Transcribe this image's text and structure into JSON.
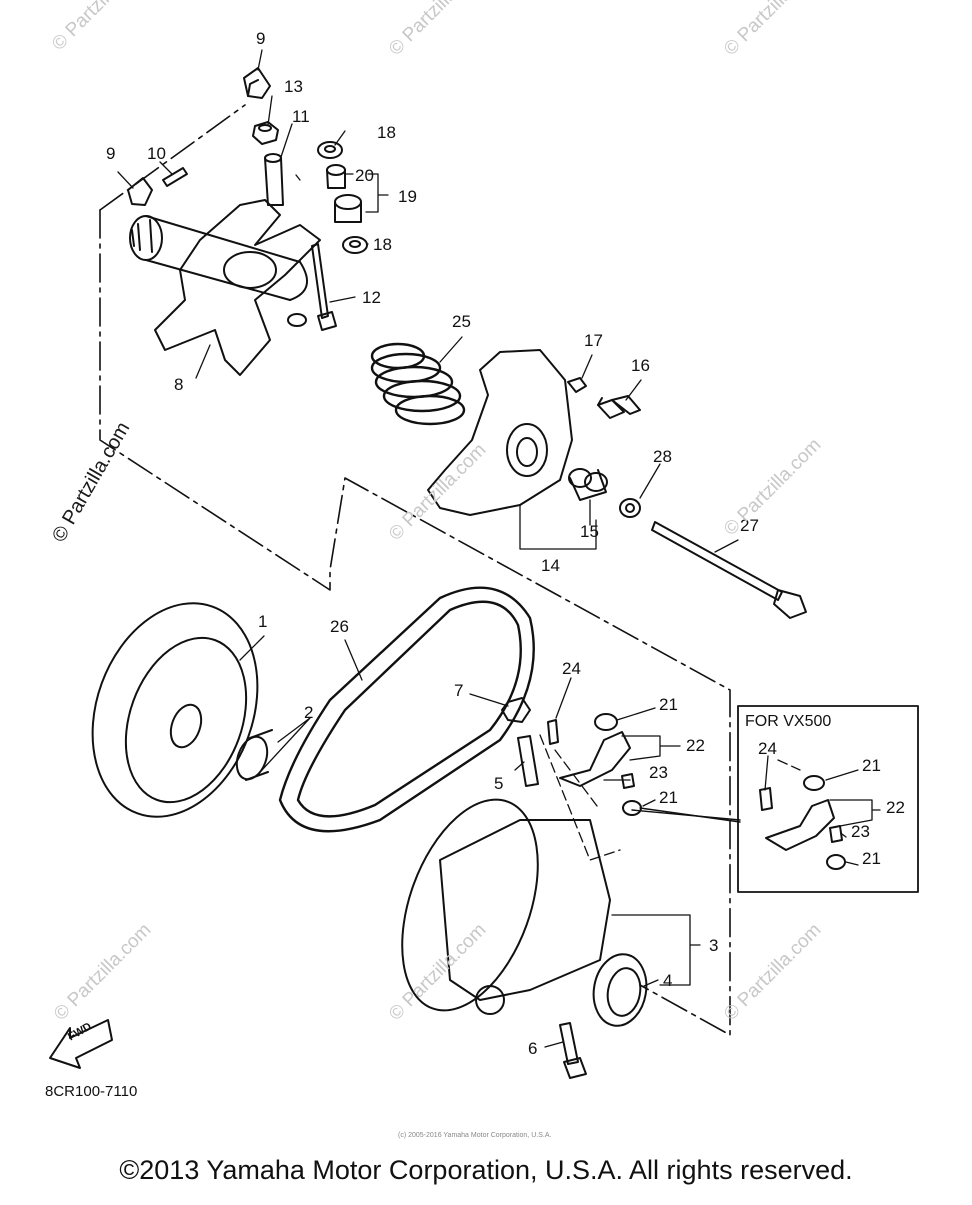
{
  "callouts": [
    {
      "id": "9a",
      "text": "9"
    },
    {
      "id": "13",
      "text": "13"
    },
    {
      "id": "11",
      "text": "11"
    },
    {
      "id": "18a",
      "text": "18"
    },
    {
      "id": "9b",
      "text": "9"
    },
    {
      "id": "10",
      "text": "10"
    },
    {
      "id": "20",
      "text": "20"
    },
    {
      "id": "19",
      "text": "19"
    },
    {
      "id": "18b",
      "text": "18"
    },
    {
      "id": "12",
      "text": "12"
    },
    {
      "id": "8",
      "text": "8"
    },
    {
      "id": "25",
      "text": "25"
    },
    {
      "id": "17",
      "text": "17"
    },
    {
      "id": "16",
      "text": "16"
    },
    {
      "id": "28",
      "text": "28"
    },
    {
      "id": "15",
      "text": "15"
    },
    {
      "id": "14",
      "text": "14"
    },
    {
      "id": "27",
      "text": "27"
    },
    {
      "id": "1",
      "text": "1"
    },
    {
      "id": "26",
      "text": "26"
    },
    {
      "id": "2",
      "text": "2"
    },
    {
      "id": "7",
      "text": "7"
    },
    {
      "id": "24a",
      "text": "24"
    },
    {
      "id": "21a",
      "text": "21"
    },
    {
      "id": "22a",
      "text": "22"
    },
    {
      "id": "5",
      "text": "5"
    },
    {
      "id": "23a",
      "text": "23"
    },
    {
      "id": "21b",
      "text": "21"
    },
    {
      "id": "24b",
      "text": "24"
    },
    {
      "id": "21c",
      "text": "21"
    },
    {
      "id": "22b",
      "text": "22"
    },
    {
      "id": "23b",
      "text": "23"
    },
    {
      "id": "21d",
      "text": "21"
    },
    {
      "id": "3",
      "text": "3"
    },
    {
      "id": "4",
      "text": "4"
    },
    {
      "id": "6",
      "text": "6"
    }
  ],
  "inset_title": "FOR VX500",
  "part_code": "8CR100-7110",
  "fwd_label": "FWD",
  "watermark_side": "© Partzilla.com",
  "watermark_faint": "© Partzilla.com",
  "tiny_copyright": "(c) 2005-2016 Yamaha Motor Corporation, U.S.A.",
  "copyright": "©2013 Yamaha Motor Corporation, U.S.A. All rights reserved.",
  "colors": {
    "line": "#111111",
    "watermark": "#c8c8c8",
    "background": "#ffffff"
  }
}
